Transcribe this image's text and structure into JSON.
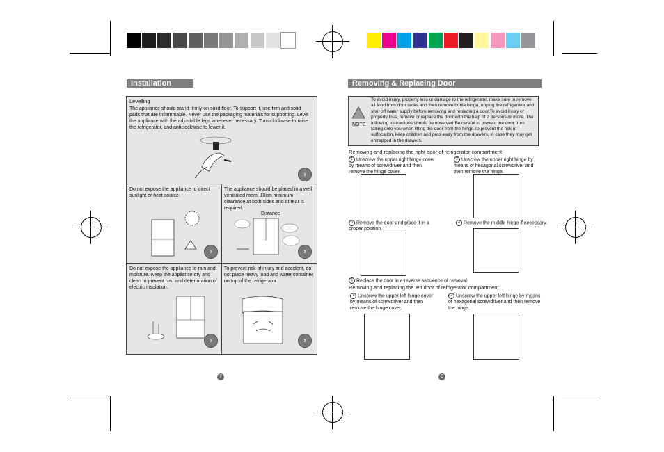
{
  "colors": {
    "gray_bar": [
      "#000000",
      "#1c1c1c",
      "#2e2e2e",
      "#474747",
      "#5f5f5f",
      "#7a7a7a",
      "#959595",
      "#afafaf",
      "#c8c8c8",
      "#e2e2e2",
      "#ffffff"
    ],
    "color_bar": [
      "#ffed00",
      "#ec008c",
      "#00a0e9",
      "#2e3192",
      "#00a651",
      "#ed1c24",
      "#231f20",
      "#fff799",
      "#f49ac1",
      "#6dcff6",
      "#939598"
    ],
    "section_title_bg": "#7f7f7f",
    "panel_bg": "#e6e6e6"
  },
  "left": {
    "section_title": "Installation",
    "levelling": {
      "heading": "Levelling",
      "body": "The appliance should stand firmly on solid floor. To support it, use firm and solid pads that are inflammable. Never use the packaging materials for supporting. Level the appliance with the adjustable legs whenever necessary. Turn clockwise to raise the refrigerator, and anticlockwise to lower it."
    },
    "sunlight": "Do not expose the appliance to direct sunlight or heat source.",
    "ventilation": "The appliance should be placed in a well ventilated room. 10cm minimum clearance at both sides and at rear is required.",
    "distance_label": "Distance",
    "rain": "Do not expose the appliance to rain and moisture. Keep the appliance dry and clean to prevent rust and deterioration of electric insulation.",
    "load": "To prevent risk of injury and accident, do not place heavy load and water container on top of the refrigerator.",
    "page_number": "7"
  },
  "right": {
    "section_title": "Removing & Replacing Door",
    "note_label": "NOTE",
    "note_text": "To avoid injury, property loss or damage to the refrigerator, make sure to remove all food from door racks and then remove bottle bin(s), unplug the refrigerator and shut off water supply before removing and replacing a door.To avoid injury or property loss, remove or replace the door with the help of 2 persons or more. The following instructions should be observed.Be careful to prevent the door from falling onto you when lifting the door from the hinge.To prevent the risk of suffocation, keep children and pets away from the drawers, in case they may get entrapped in the drawers.",
    "right_door_heading": "Removing and replacing the right door of refrigerator compartment",
    "right_steps": [
      {
        "n": "1",
        "text": "Unscrew the upper right hinge cover by means of screwdriver and then remove the hinge cover."
      },
      {
        "n": "2",
        "text": "Unscrew the upper right hinge by means of hexagonal screwdriver and then remove the hinge."
      },
      {
        "n": "3",
        "text": "Remove the door and place it in a proper position."
      },
      {
        "n": "4",
        "text": "Remove the middle hinge if necessary."
      },
      {
        "n": "5",
        "text": "Replace the door in a reverse sequence of removal."
      }
    ],
    "left_door_heading": "Removing and replacing the left door of refrigerator compartment",
    "left_steps": [
      {
        "n": "1",
        "text": "Unscrew the upper left hinge cover by means of screwdriver and then remove the hinge cover."
      },
      {
        "n": "2",
        "text": "Unscrew the upper left hinge by means of hexagonal screwdriver and then remove the hinge."
      }
    ],
    "page_number": "8"
  }
}
